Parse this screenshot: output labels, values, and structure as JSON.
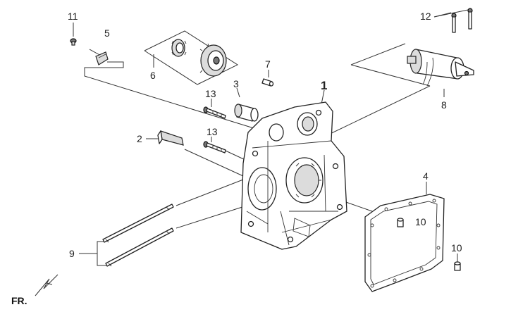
{
  "callouts": {
    "c1": "1",
    "c2": "2",
    "c3": "3",
    "c4": "4",
    "c5": "5",
    "c6": "6",
    "c7": "7",
    "c8": "8",
    "c9": "9",
    "c10a": "10",
    "c10b": "10",
    "c11": "11",
    "c12": "12",
    "c13a": "13",
    "c13b": "13"
  },
  "direction_label": "FR."
}
